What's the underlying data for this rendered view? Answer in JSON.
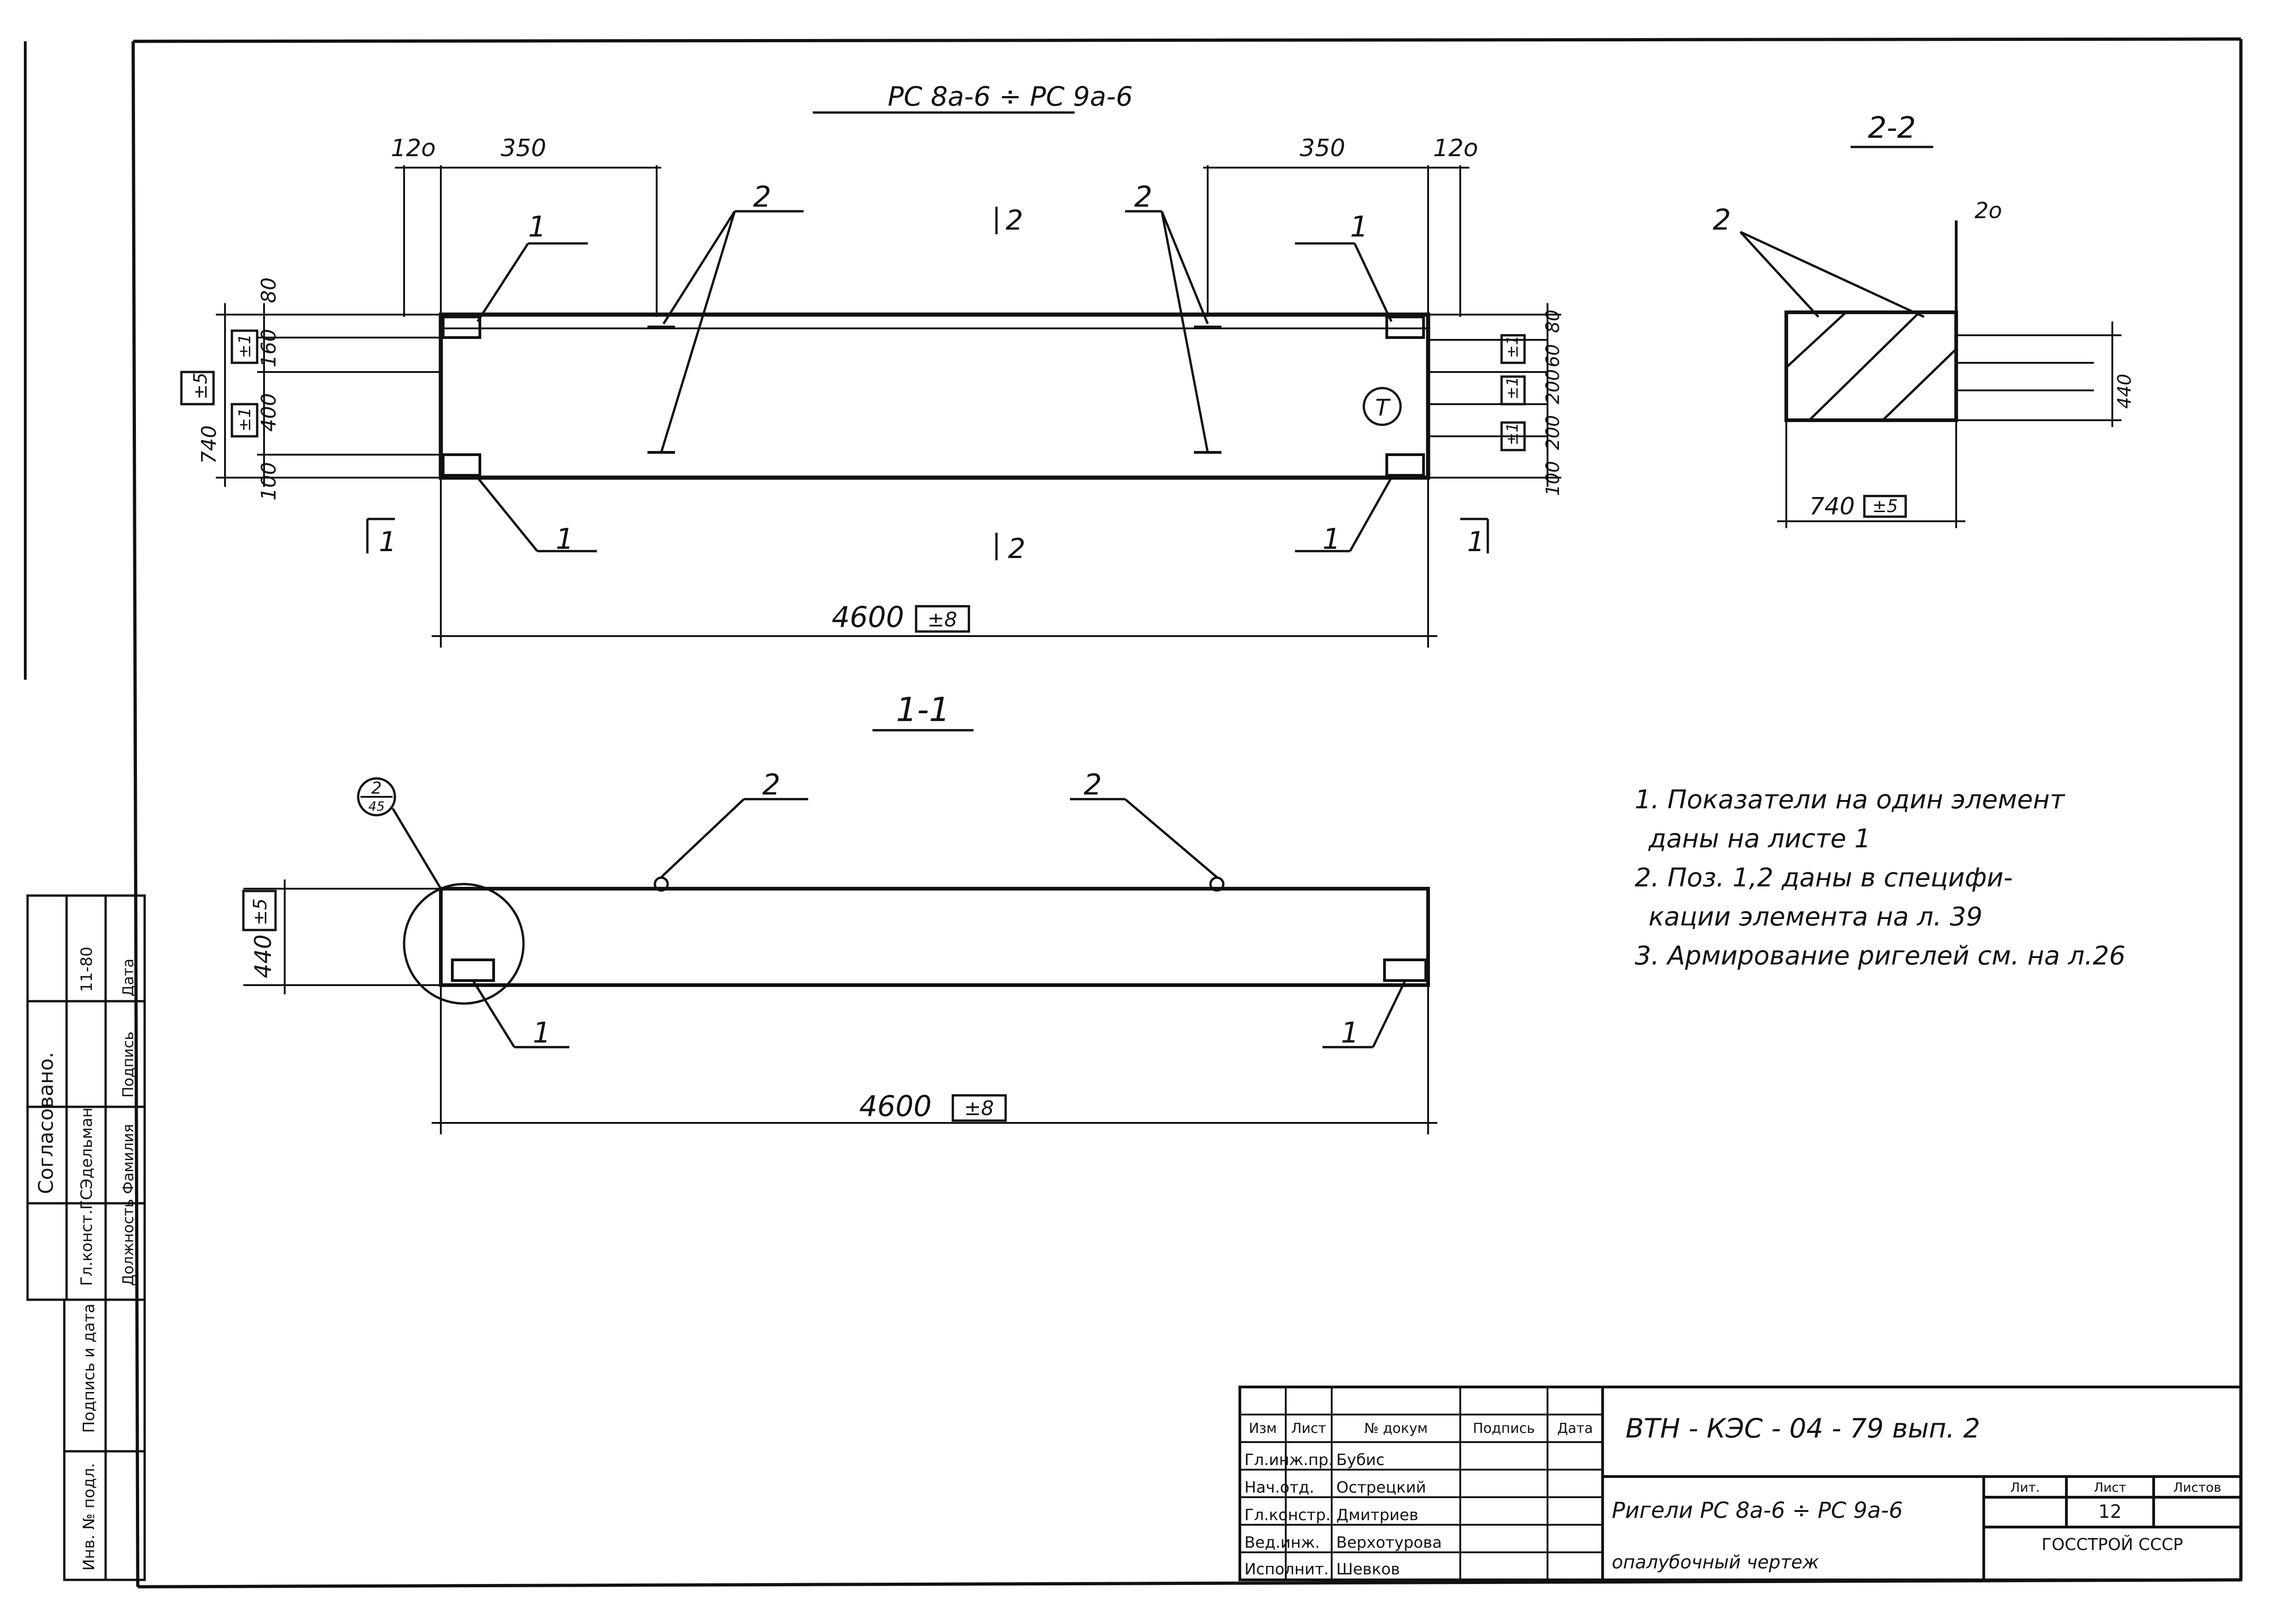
{
  "drawing": {
    "plan_title": "РС 8а-6 ÷ РС 9а-6",
    "section_1_title": "1-1",
    "section_2_title": "2-2",
    "dims": {
      "edge_120": "12о",
      "gap_350": "350",
      "h_80": "80",
      "h_160": "160",
      "h_400": "400",
      "h_100": "100",
      "h_200": "200",
      "total_h": "740",
      "tol_5": "±5",
      "tol_1": "±1",
      "length": "4600",
      "tol_8": "±8",
      "width_440": "440",
      "d_20": "2о",
      "d_60": "60",
      "d_120_side": "120"
    },
    "callouts": {
      "pos1": "1",
      "pos2": "2",
      "cut_1": "1",
      "cut_2": "2",
      "detail_num": "2",
      "detail_sheet": "45",
      "mark_T": "Т"
    },
    "notes": [
      "1. Показатели на один элемент",
      "даны на листе 1",
      "2. Поз. 1,2 даны в специфи-",
      "кации элемента на л. 39",
      "3. Армирование ригелей см. на л.26"
    ]
  },
  "side_stamp": {
    "agreed": "Согласовано.",
    "rows": [
      [
        "Гл.конст.ГС",
        "Эдельман",
        "",
        "11-80"
      ],
      [
        "Должность",
        "Фамилия",
        "Подпись",
        "Дата"
      ]
    ],
    "sign_date": "Подпись и дата",
    "inv_no": "Инв. № подл."
  },
  "title_block": {
    "code": "ВТН - КЭС - 04 - 79   вып. 2",
    "col_headers": [
      "Изм",
      "Лист",
      "№ докум",
      "Подпись",
      "Дата"
    ],
    "rows": [
      [
        "Гл.инж.пр.",
        "Бубис"
      ],
      [
        "Нач.отд.",
        "Острецкий"
      ],
      [
        "Гл.констр.",
        "Дмитриев"
      ],
      [
        "Вед.инж.",
        "Верхотурова"
      ],
      [
        "Исполнит.",
        "Шевков"
      ]
    ],
    "part_name": "Ригели РС 8а-6 ÷ РС 9а-6",
    "part_sub": "опалубочный чертеж",
    "lit": "Лит.",
    "sheet": "Лист",
    "sheets": "Листов",
    "sheet_no": "12",
    "org": "ГОССТРОЙ СССР"
  }
}
